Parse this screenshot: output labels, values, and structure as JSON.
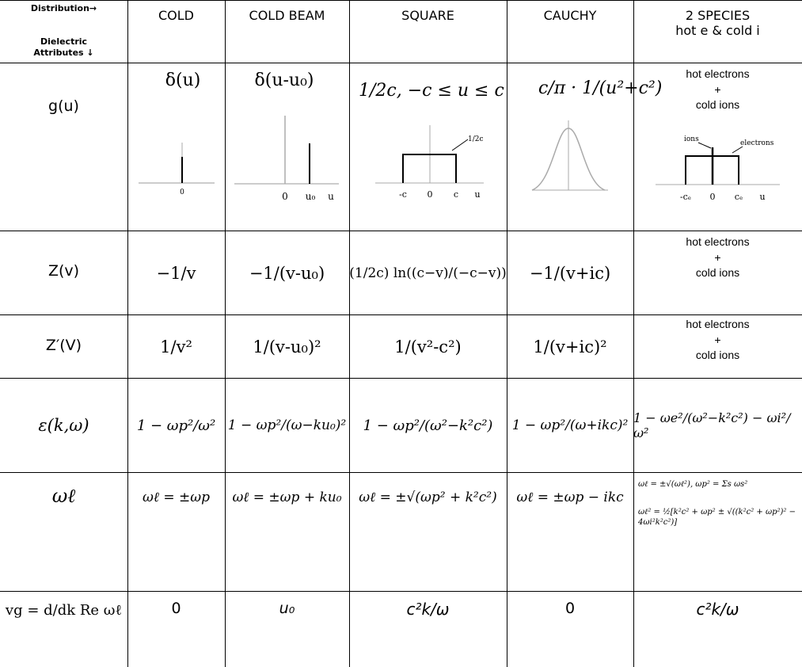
{
  "header": {
    "corner_top": "Distribution→",
    "corner_bottom_1": "Dielectric",
    "corner_bottom_2": "Attributes ↓",
    "columns": [
      "COLD",
      "COLD BEAM",
      "SQUARE",
      "CAUCHY",
      "2 SPECIES"
    ],
    "columns_sub": "hot e & cold i"
  },
  "rows": {
    "g": {
      "label": "g(u)",
      "cold_formula": "δ(u)",
      "beam_formula": "δ(u-u₀)",
      "square_formula": "1/2c, −c ≤ u ≤ c",
      "cauchy_formula": "c/π · 1/(u²+c²)",
      "species_note": [
        "hot electrons",
        "+",
        "cold ions"
      ],
      "cold_plot_ticks": [
        "0"
      ],
      "beam_plot_ticks": [
        "0",
        "u₀",
        "u"
      ],
      "square_plot_ticks": [
        "-c",
        "0",
        "c",
        "u"
      ],
      "square_plot_note": "1/2c",
      "species_plot_ticks": [
        "-cₑ",
        "0",
        "cₑ",
        "u"
      ],
      "species_plot_notes": [
        "ions",
        "electrons"
      ]
    },
    "z": {
      "label": "Z(v)",
      "cold": "−1/v",
      "beam": "−1/(v-u₀)",
      "square": "(1/2c) ln((c−v)/(−c−v))",
      "cauchy": "−1/(v+ic)",
      "species_note": [
        "hot electrons",
        "+",
        "cold ions"
      ]
    },
    "zprime": {
      "label": "Z′(V)",
      "cold": "1/v²",
      "beam": "1/(v-u₀)²",
      "square": "1/(v²-c²)",
      "cauchy": "1/(v+ic)²",
      "species_note": [
        "hot electrons",
        "+",
        "cold ions"
      ]
    },
    "eps": {
      "label": "ε(k,ω)",
      "cold": "1 − ωp²/ω²",
      "beam": "1 − ωp²/(ω−ku₀)²",
      "square": "1 − ωp²/(ω²−k²c²)",
      "cauchy": "1 − ωp²/(ω+ikc)²",
      "species": "1 − ωe²/(ω²−k²c²) − ωi²/ω²"
    },
    "omega": {
      "label": "ωℓ",
      "cold": "ωℓ = ±ωp",
      "beam": "ωℓ = ±ωp + ku₀",
      "square": "ωℓ = ±√(ωp² + k²c²)",
      "cauchy": "ωℓ = ±ωp − ikc",
      "species_1": "ωℓ = ±√(ωℓ²), ωp² = Σs ωs²",
      "species_2": "ωℓ² = ½[k²c² + ωp² ± √((k²c² + ωp²)² − 4ωi²k²c²)]"
    },
    "vg": {
      "label": "vg = d/dk Re ωℓ",
      "cold": "0",
      "beam": "u₀",
      "square": "c²k/ω",
      "cauchy": "0",
      "species": "c²k/ω"
    }
  }
}
